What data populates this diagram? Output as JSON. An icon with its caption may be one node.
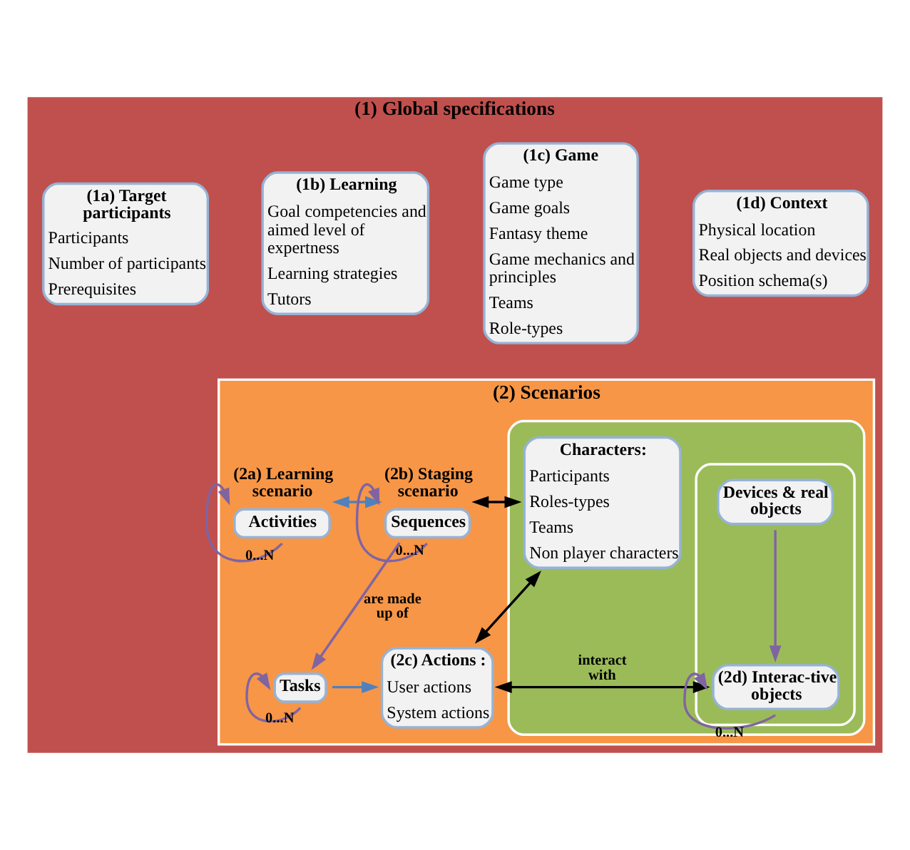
{
  "diagram": {
    "nodes": [
      {
        "text": [
          "(1) Global specifications"
        ]
      },
      {
        "text": [
          "(1a) Target participants",
          "Participants",
          "Number of participants",
          "Prerequisites"
        ],
        "in": 0
      },
      {
        "text": [
          "(1b) Learning",
          "Goal competencies and aimed level of expertness",
          "Learning strategies",
          "Tutors"
        ],
        "in": 0
      },
      {
        "text": [
          "(1c) Game",
          "Game type",
          "Game goals",
          "Fantasy theme",
          "Game mechanics and principles",
          "Teams",
          "Role-types"
        ],
        "in": 0
      },
      {
        "text": [
          "(1d) Context",
          "Physical location",
          "Real objects and devices",
          "Position schema(s)"
        ],
        "in": 0
      },
      {
        "text": [
          "(2) Scenarios"
        ],
        "in": 0
      },
      {
        "text": [
          "Activities"
        ],
        "beside": [
          "(2a) Learning scenario"
        ],
        "in": 5
      },
      {
        "text": [
          "Sequences"
        ],
        "beside": [
          "(2b) Staging scenario"
        ],
        "in": 5
      },
      {
        "text": [
          "Tasks"
        ],
        "in": 5
      },
      {
        "text": [
          "(2c) Actions :",
          "User actions",
          "System actions"
        ],
        "in": 5
      },
      {
        "text": [],
        "shape": "box",
        "in": 5
      },
      {
        "text": [
          "Characters:",
          "Participants",
          "Roles-types",
          "Teams",
          "Non player characters"
        ],
        "in": 10
      },
      {
        "text": [],
        "shape": "box",
        "in": 10
      },
      {
        "text": [
          "Devices & real objects"
        ],
        "in": 12
      },
      {
        "text": [
          "(2d) Interac-tive objects"
        ],
        "in": 12
      }
    ],
    "edges": [
      {
        "from": 6,
        "to": 7,
        "arrow": "both",
        "color": "#4f81bd"
      },
      {
        "from": 7,
        "to": 11,
        "arrow": "both",
        "color": "#000000"
      },
      {
        "from": 7,
        "to": 8,
        "arrow": "to",
        "label": "are made up of",
        "color": "#8064a2"
      },
      {
        "from": 8,
        "to": 9,
        "arrow": "to",
        "color": "#4f81bd"
      },
      {
        "from": 9,
        "to": 11,
        "arrow": "both",
        "color": "#000000"
      },
      {
        "from": 9,
        "to": 14,
        "arrow": "both",
        "label": "interact with",
        "color": "#000000"
      },
      {
        "from": 13,
        "to": 14,
        "arrow": "to",
        "color": "#8064a2"
      },
      {
        "from": 6,
        "to": 6,
        "arrow": "to",
        "label": "0...N",
        "color": "#8064a2"
      },
      {
        "from": 7,
        "to": 7,
        "arrow": "to",
        "label": "0...N",
        "color": "#8064a2"
      },
      {
        "from": 8,
        "to": 8,
        "arrow": "to",
        "label": "0...N",
        "color": "#8064a2"
      },
      {
        "from": 14,
        "to": 14,
        "arrow": "to",
        "label": "0...N",
        "color": "#8064a2"
      }
    ]
  }
}
